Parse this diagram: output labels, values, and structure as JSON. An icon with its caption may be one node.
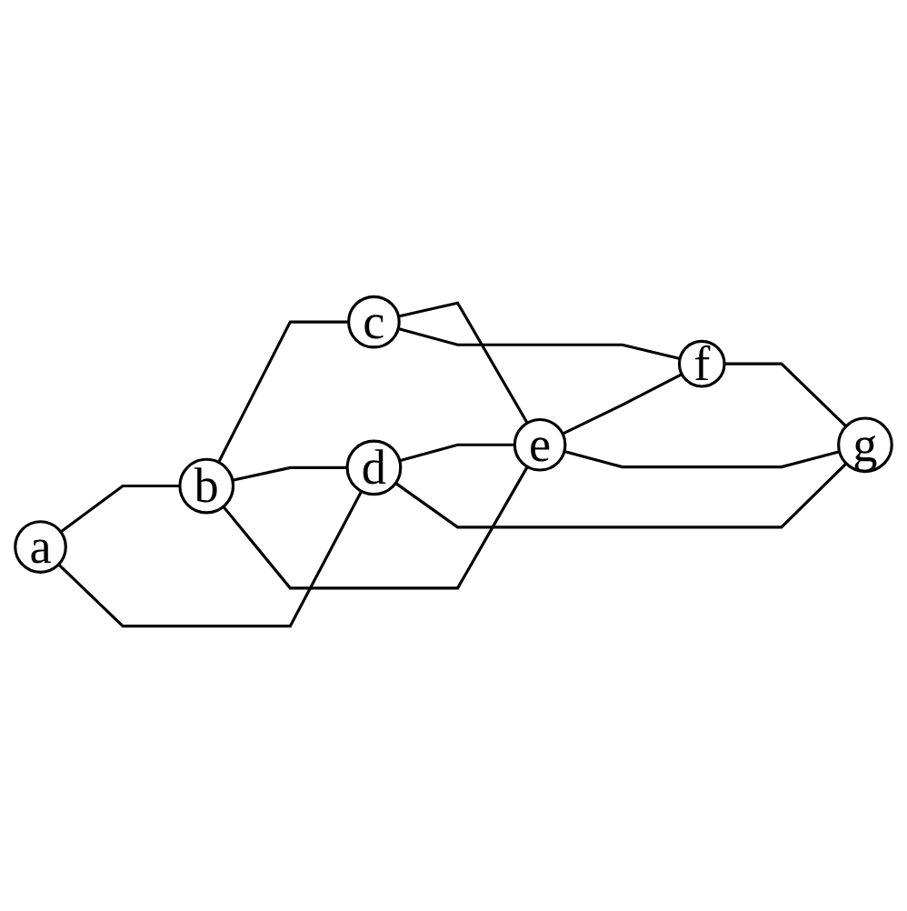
{
  "diagram": {
    "nodes": [
      {
        "text": [
          "c"
        ]
      },
      {
        "text": [
          "b"
        ]
      },
      {
        "text": [
          "a"
        ]
      },
      {
        "text": [
          "e"
        ]
      },
      {
        "text": [
          "f"
        ]
      },
      {
        "text": [
          "d"
        ]
      },
      {
        "text": [
          "g"
        ]
      }
    ],
    "edges": [
      {
        "from": 2,
        "to": 1,
        "arrow": "none"
      },
      {
        "from": 2,
        "to": 5,
        "arrow": "none"
      },
      {
        "from": 1,
        "to": 0,
        "arrow": "none"
      },
      {
        "from": 1,
        "to": 5,
        "arrow": "none"
      },
      {
        "from": 1,
        "to": 3,
        "arrow": "none"
      },
      {
        "from": 0,
        "to": 3,
        "arrow": "none"
      },
      {
        "from": 0,
        "to": 4,
        "arrow": "none"
      },
      {
        "from": 5,
        "to": 3,
        "arrow": "none"
      },
      {
        "from": 5,
        "to": 6,
        "arrow": "none"
      },
      {
        "from": 3,
        "to": 4,
        "arrow": "none"
      },
      {
        "from": 3,
        "to": 6,
        "arrow": "none"
      },
      {
        "from": 4,
        "to": 6,
        "arrow": "none"
      }
    ]
  }
}
